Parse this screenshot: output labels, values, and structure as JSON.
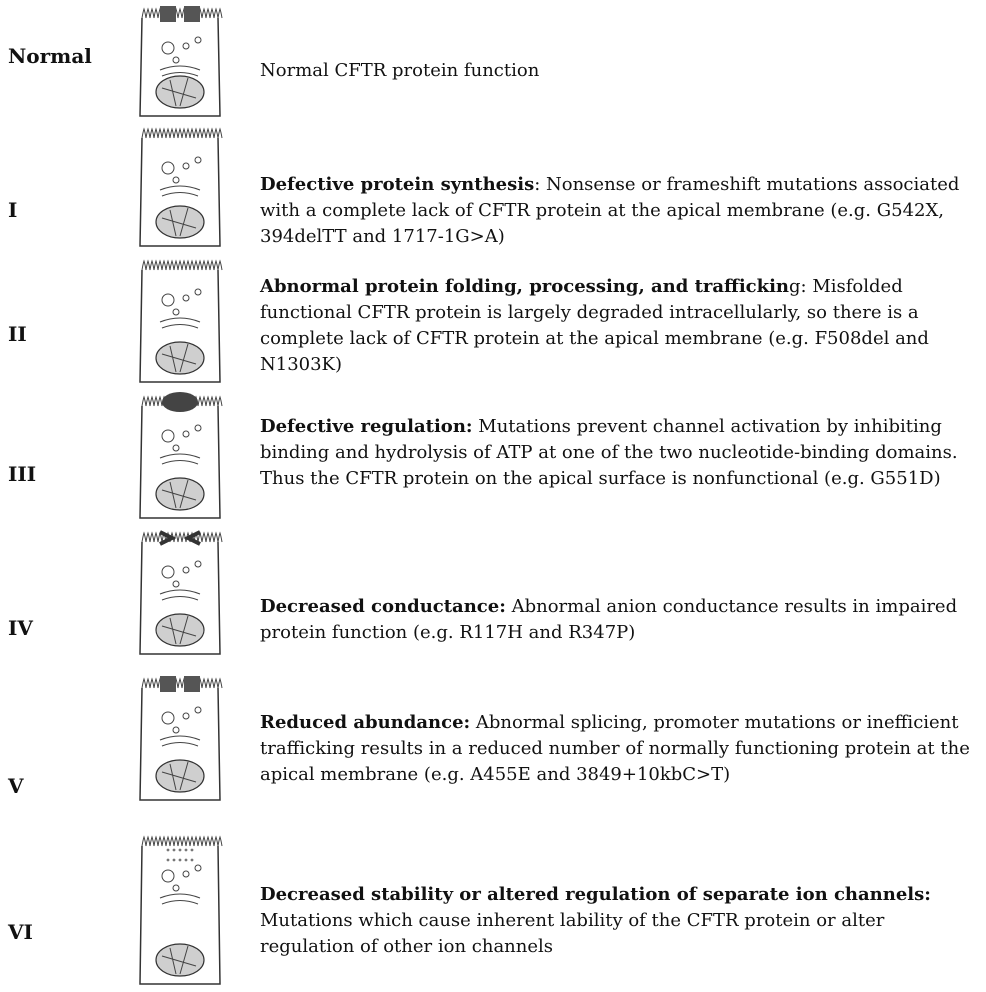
{
  "rows": [
    {
      "label": "Normal",
      "title": "",
      "text": "Normal CFTR protein function",
      "membrane": "normal"
    },
    {
      "label": "I",
      "title": "Defective protein synthesis",
      "text": ": Nonsense or frameshift mutations associated with a complete lack of CFTR protein at the apical membrane (e.g. G542X, 394delTT and 1717-1G>A)",
      "membrane": "absent"
    },
    {
      "label": "II",
      "title": "Abnormal protein folding, processing, and traffickin",
      "text": "g: Misfolded functional CFTR protein is largely degraded intracellularly, so there is a complete lack of CFTR protein at the apical membrane (e.g. F508del and N1303K)",
      "membrane": "absent"
    },
    {
      "label": "III",
      "title": "Defective regulation:",
      "text": " Mutations prevent channel activation by inhibiting binding and hydrolysis of ATP at one of the two nucleotide-binding domains. Thus the CFTR protein on the apical surface is nonfunctional (e.g. G551D)",
      "membrane": "closed"
    },
    {
      "label": "IV",
      "title": "Decreased conductance:",
      "text": " Abnormal anion conductance results in impaired protein function (e.g. R117H and R347P)",
      "membrane": "narrowed"
    },
    {
      "label": "V",
      "title": "Reduced abundance:",
      "text": " Abnormal splicing, promoter mutations or inefficient trafficking results in a reduced number of normally functioning protein at the apical membrane (e.g. A455E and 3849+10kbC>T)",
      "membrane": "reduced"
    },
    {
      "label": "VI",
      "title": "Decreased stability or altered regulation of separate ion channels:",
      "text": " Mutations which cause inherent lability of the CFTR protein or alter regulation of other ion channels",
      "membrane": "unstable"
    }
  ]
}
